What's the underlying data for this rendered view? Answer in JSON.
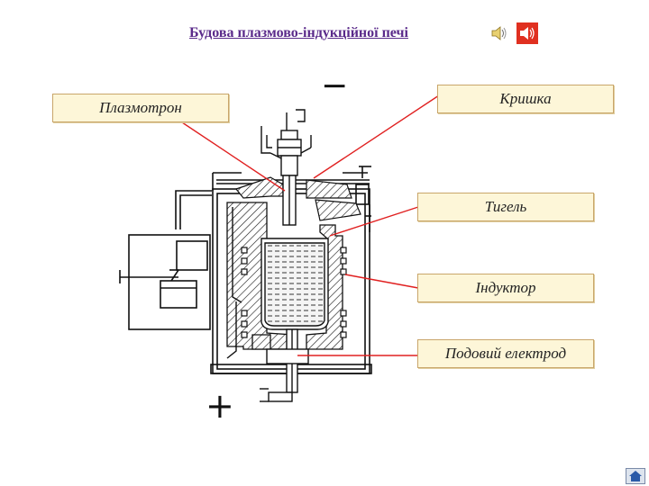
{
  "title": "Будова плазмово-індукційної печі",
  "labels": {
    "plasmatron": "Плазмотрон",
    "lid": "Кришка",
    "crucible": "Тигель",
    "inductor": "Індуктор",
    "hearth_electrode": "Подовий електрод"
  },
  "signs": {
    "minus": "−",
    "plus": "+"
  },
  "icons": {
    "sound_1": "speaker-icon",
    "sound_2": "speaker-icon",
    "home": "home-icon"
  },
  "colors": {
    "leader": "#e02020",
    "label_bg": "#fdf6d8",
    "title": "#5a2a8a",
    "line": "#111111"
  }
}
